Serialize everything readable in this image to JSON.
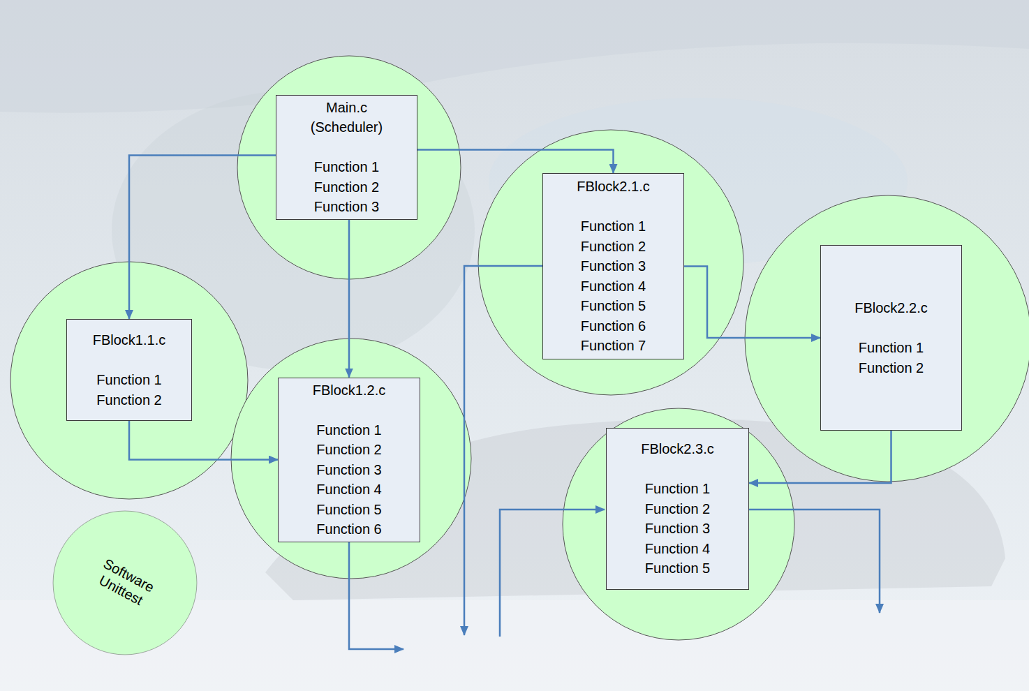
{
  "diagram": {
    "nodes": [
      {
        "text": [
          "Main.c (Scheduler)",
          "Function 1",
          "Function 2",
          "Function 3"
        ]
      },
      {
        "text": [
          "FBlock2.1.c",
          "Function 1",
          "Function 2",
          "Function 3",
          "Function 4",
          "Function 5",
          "Function 6",
          "Function 7"
        ]
      },
      {
        "text": [
          "FBlock2.2.c",
          "Function 1",
          "Function 2"
        ]
      },
      {
        "text": [
          "FBlock1.1.c",
          "Function 1",
          "Function 2"
        ]
      },
      {
        "text": [
          "FBlock1.2.c",
          "Function 1",
          "Function 2",
          "Function 3",
          "Function 4",
          "Function 5",
          "Function 6"
        ]
      },
      {
        "text": [
          "FBlock2.3.c",
          "Function 1",
          "Function 2",
          "Function 3",
          "Function 4",
          "Function 5"
        ]
      },
      {
        "text": [
          "Software Unittest"
        ]
      }
    ],
    "edges": [
      {
        "from": 0,
        "to": 3,
        "arrow": "to"
      },
      {
        "from": 0,
        "to": 4,
        "arrow": "to"
      },
      {
        "from": 0,
        "to": 1,
        "arrow": "to"
      },
      {
        "from": 3,
        "to": 4,
        "arrow": "to"
      },
      {
        "from": 1,
        "to": 2,
        "arrow": "to"
      },
      {
        "from": 2,
        "to": 5,
        "arrow": "to"
      }
    ]
  }
}
